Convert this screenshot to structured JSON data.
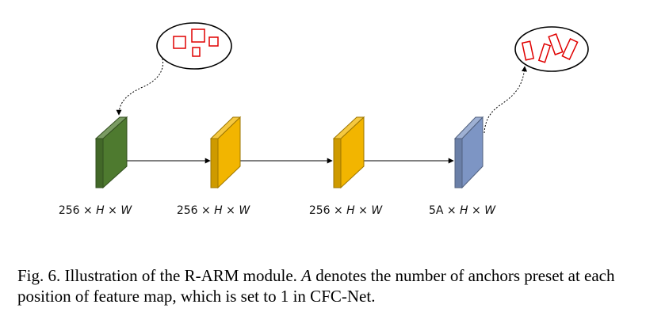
{
  "diagram": {
    "blocks": [
      {
        "label_prefix": "256",
        "label_rest": "× H × W",
        "color": "#4e7a2f"
      },
      {
        "label_prefix": "256",
        "label_rest": "× H × W",
        "color": "#f2b500"
      },
      {
        "label_prefix": "256",
        "label_rest": "× H × W",
        "color": "#f2b500"
      },
      {
        "label_prefix": "5A",
        "label_rest": "× H × W",
        "color": "#7d95c4"
      }
    ],
    "callout_color": "#e00000"
  },
  "caption": {
    "part1": "Fig. 6. Illustration of the R-ARM module. ",
    "symbol": "A",
    "part2": " denotes the number of anchors preset at each position of feature map, which is set to 1 in CFC-Net."
  }
}
